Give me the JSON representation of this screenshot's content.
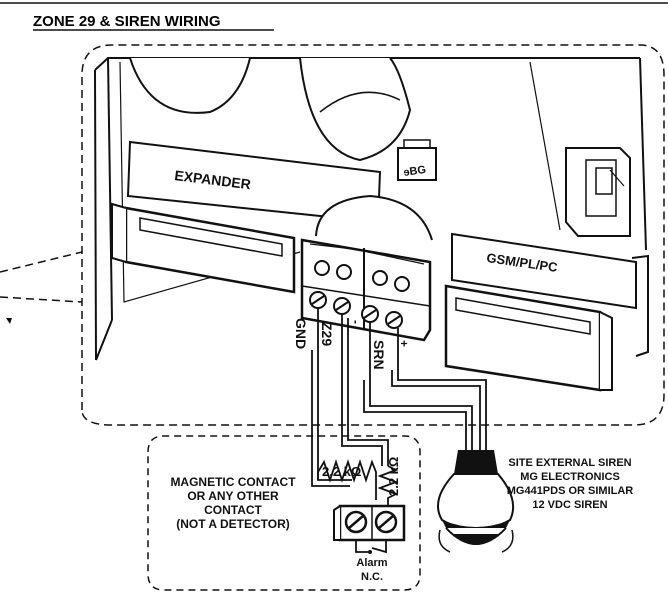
{
  "title": "ZONE 29 & SIREN WIRING",
  "board": {
    "expander_label": "EXPANDER",
    "gsm_label": "GSM/PL/PC",
    "small_label": "ɘBG"
  },
  "terminals": {
    "gnd": "GND",
    "z29": "Z29",
    "srn_minus": "-",
    "srn": "SRN",
    "srn_plus": "+"
  },
  "resistors": {
    "r1": "2.2 kΩ",
    "r2": "2.2 kΩ"
  },
  "contact": {
    "line1": "MAGNETIC CONTACT",
    "line2": "OR ANY OTHER",
    "line3": "CONTACT",
    "line4": "(NOT A DETECTOR)"
  },
  "alarm": {
    "line1": "Alarm",
    "line2": "N.C."
  },
  "siren": {
    "line1": "SITE EXTERNAL SIREN",
    "line2": "MG ELECTRONICS",
    "line3": "MG441PDS OR SIMILAR",
    "line4": "12 VDC SIREN"
  }
}
